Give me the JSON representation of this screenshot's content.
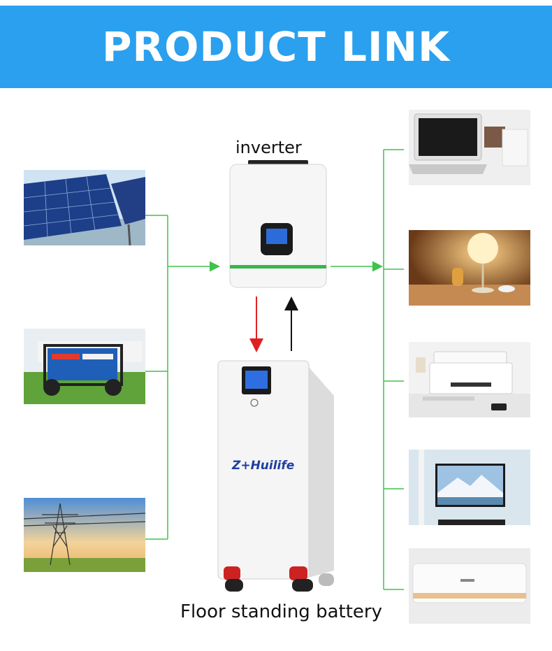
{
  "banner": {
    "title": "PRODUCT LINK"
  },
  "inverter": {
    "label": "inverter"
  },
  "battery": {
    "label": "Floor standing battery",
    "brand": "Z+Huilife"
  },
  "sources": [
    {
      "name": "solar-panels",
      "icon": "solar-panel-icon"
    },
    {
      "name": "generator",
      "icon": "generator-icon"
    },
    {
      "name": "power-grid",
      "icon": "power-tower-icon"
    }
  ],
  "loads": [
    {
      "name": "laptop",
      "icon": "laptop-icon"
    },
    {
      "name": "table-lamp",
      "icon": "lamp-icon"
    },
    {
      "name": "printer",
      "icon": "printer-icon"
    },
    {
      "name": "television",
      "icon": "tv-icon"
    },
    {
      "name": "air-conditioner",
      "icon": "air-conditioner-icon"
    }
  ],
  "colors": {
    "banner": "#2aa0ee",
    "wire": "#3fc34a",
    "charge_arrow": "#e02020",
    "discharge_arrow": "#111111",
    "brand_blue": "#1f3fa0"
  }
}
